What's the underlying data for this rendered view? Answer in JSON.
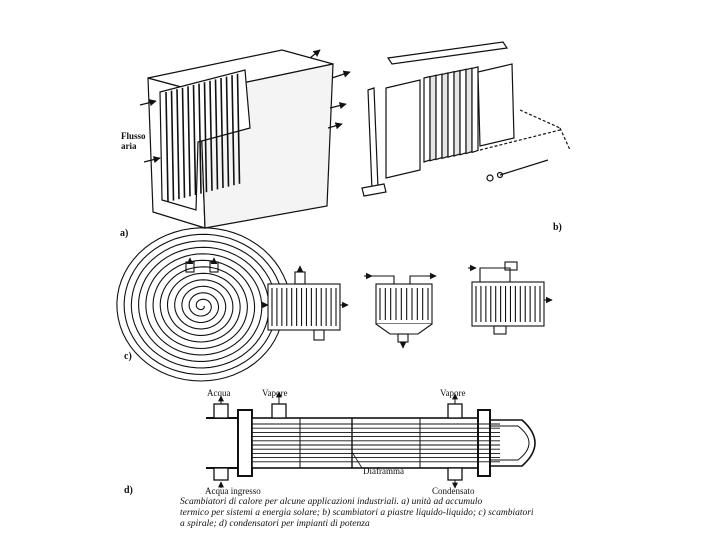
{
  "panels": {
    "a": {
      "tag": "a)",
      "flow_label_1": "Flusso",
      "flow_label_2": "aria"
    },
    "b": {
      "tag": "b)"
    },
    "c": {
      "tag": "c)"
    },
    "d": {
      "tag": "d)",
      "labels": {
        "water": "Acqua",
        "steam_left": "Vapore",
        "steam_right": "Vapore",
        "diaphragm": "Diaframma",
        "water_in": "Acqua ingresso",
        "condensate": "Condensato"
      }
    }
  },
  "caption": {
    "line1": "Scambiatori di calore per alcune applicazioni industriali. a) unità ad accumulo",
    "line2": "termico per sistemi a energia solare; b) scambiatori a piastre liquido-liquido; c) scambiatori",
    "line3": "a spirale; d) condensatori per impianti di potenza"
  }
}
